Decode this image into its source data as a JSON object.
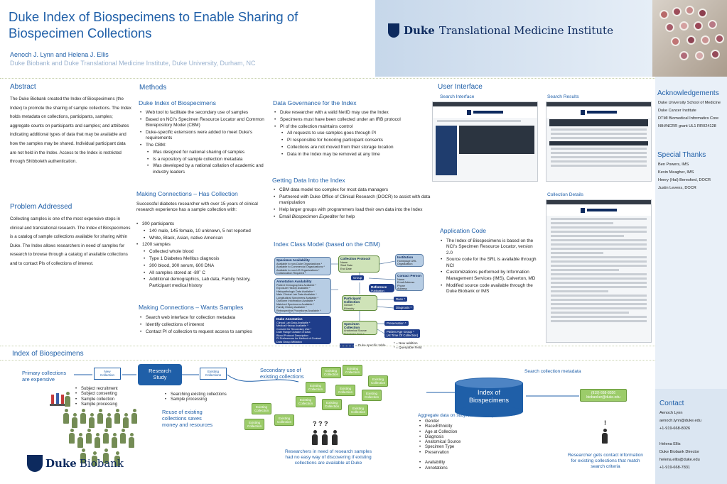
{
  "header": {
    "title_line1": "Duke Index of Biospecimens to Enable Sharing of",
    "title_line2": "Biospecimen Collections",
    "authors": "Aenoch J. Lynn and Helena J. Ellis",
    "affiliation": "Duke Biobank and Duke Translational Medicine Institute, Duke University, Durham, NC",
    "logo_duke": "Duke",
    "logo_rest": "Translational Medicine Institute"
  },
  "abstract": {
    "heading": "Abstract",
    "text": "The Duke Biobank created the Index of Biospecimens (the Index) to promote the sharing of sample collections. The Index holds metadata on collections, participants, samples; aggregate counts on participants and samples; and attributes indicating additional types of data that may be available and how the samples may be shared. Individual participant data are not held in the Index. Access to the Index is restricted through Shibboleth authentication."
  },
  "problem": {
    "heading": "Problem Addressed",
    "text": "Collecting samples is one of the most expensive steps in clinical and translational research. The Index of Biospecimens is a catalog of sample collections available for sharing within Duke. The Index allows researchers in need of samples for research to browse through a catalog of available collections and to contact PIs of collections of interest."
  },
  "methods": {
    "heading": "Methods",
    "duke_index": {
      "heading": "Duke Index of Biospecimens",
      "b1": "Web tool to facilitate the secondary use of samples",
      "b2": "Based on NCI's Specimen Resource Locator and Common Biorepository Model (CBM)",
      "b3": "Duke-specific extensions were added to meet Duke's requirements",
      "b4": "The CBM:",
      "b4a": "Was designed for national sharing of samples",
      "b4b": "Is a repository of sample collection metadata",
      "b4c": "Was developed by a national collation of academic and industry leaders"
    },
    "connections": {
      "heading": "Making Connections – Has Collection",
      "intro": "Successful  diabetes researcher with over 15 years of clinical research experience has a sample collection with:",
      "b1": "300 participants",
      "b1a": "140 male, 145 female, 10 unknown, 5 not reported",
      "b1b": "White, Black, Asian, native American",
      "b2": "1200 samples",
      "b2a": "Collected whole blood",
      "b2b": "Type 1 Diabetes Mellitus diagnosis",
      "b2c": "300 blood, 300 serum, 600 DNA",
      "b2d": "All samples stored at -80˚  C",
      "b2e": "Additional demographics, Lab data, Family history, Participant medical history"
    },
    "wants": {
      "heading": "Making Connections – Wants Samples",
      "b1": "Search web interface for collection metadata",
      "b2": "Identify collections of interest",
      "b3": "Contact PI of collection to request access to samples"
    },
    "governance": {
      "heading": "Data Governance for the Index",
      "b1": "Duke researcher with a valid NetID may use the Index",
      "b2": "Specimens must have been collected under an IRB protocol",
      "b3": "PI of the collection maintains control",
      "b3a": "All requests to use samples goes through PI",
      "b3b": "PI responsible for honoring participant consents",
      "b3c": "Collections are not moved from their storage location",
      "b3d": "Data in the Index may be removed at any time"
    },
    "getting_data": {
      "heading": "Getting Data Into the Index",
      "b1": "CBM data model too complex for most data managers",
      "b2": "Partnered with Duke Office of Clinical Research (DOCR) to assist with data manipulation",
      "b3": "Help larger groups with programmers load their own data into the Index",
      "b4_pre": "Email ",
      "b4_em": "Biospecimen Expediter",
      "b4_post": " for help"
    },
    "class_model": {
      "heading": "Index Class Model (based on the CBM)",
      "specimen_availability": "Specimen Availability",
      "specimen_availability_body": "Available to non-Duke Organizations *\nAvailable to Commercial Organizations *\nAvailable to non-US Organizations *\nCollaboration Required *",
      "annotation_availability": "Annotation Availability",
      "annotation_availability_body": "Patient Demographics Available *\nExposure History Available *\nHistopathologic Data Available *\nMain Clinical Lab Data Available *\nLongitudinal Specimens Available *\nOutcome Information Available *\nMatched Specimens Available *\nFamily History Available *\nRetrospective Procedures Available *\nFollow-up Participation *\nOutcome Information Available *",
      "duke_annotation": "Duke Annotation",
      "duke_annotation_body": "Clinical Lab Data Available *\nMedical History Available *\nConsent for Secondary Use *\nDate Range Outside of Data\nBlood Protocol Description\nPI Preferences for Method of Contact\nData Group Affiliation",
      "collection_protocol": "Collection Protocol",
      "collection_protocol_body": "Name\nStart Date\nEnd Date",
      "institution": "Institution",
      "institution_body": "Homepage URL\nOrganization",
      "group": "Group",
      "contact_person": "Contact Person",
      "contact_person_body": "Name\nEmail Address\nPhone\nAddress",
      "reference": "Reference",
      "reference_body": "Publication",
      "participant_collection": "Participant Collection",
      "participant_collection_body": "Gender *\nEthnicity\nParticipant Count",
      "race": "Race *",
      "diagnosis": "Diagnosis *",
      "specimen_collection": "Specimen Collection",
      "specimen_collection_body": "Anatomical Source\nSpecimen Type *\nParticipant Count",
      "preservation": "Preservation *",
      "patient_age_group": "Patient Age Group *\n(At Time Of Collection)",
      "legend_duke": "= Duke specific table",
      "legend_new": "* = New addition",
      "legend_query": "* = Queryable Field"
    }
  },
  "user_interface": {
    "heading": "User Interface",
    "search_interface": "Search Interface",
    "search_results": "Search Results",
    "collection_details": "Collection Details",
    "app_code_heading": "Application Code",
    "b1": "The Index of Biospecimens is based on the NCI's Specimen Resource Locator, version 2.0",
    "b2": "Source code for the SRL is available through NCI",
    "b3": "Customizations performed by Information Management Services (IMS), Calverton, MD",
    "b4": "Modified source code available through the Duke Biobank or IMS"
  },
  "acknowledgements": {
    "heading": "Acknowledgements",
    "lines": [
      "Duke University School of Medicine",
      "Duke Cancer Institute",
      "DTMI Biomedical Informatics Core",
      "NIH/NCRR grant UL1 RR024128"
    ]
  },
  "special_thanks": {
    "heading": "Special Thanks",
    "lines": [
      "Ben Powers, IMS",
      "Kevin Meagher, IMS",
      "Henry (Hal) Beresford, DOCR",
      "Justin Levens, DOCR"
    ]
  },
  "contact": {
    "heading": "Contact",
    "lines": [
      "Aenoch Lynn",
      "aenoch.lynn@duke.edu",
      "+1-919-668-8026",
      "",
      "Helena Ellis",
      "Duke Biobank Director",
      "helena.ellis@duke.edu",
      "+1-919-668-7831"
    ]
  },
  "flow": {
    "heading": "Index of Biospecimens",
    "primary": "Primary collections\nare expensive",
    "new_collection": "New\nCollection",
    "research_study": "Research\nStudy",
    "existing_collections": "Existing\nCollections",
    "existing_collection": "Existing\nCollection",
    "subject_list": [
      "Subject recruitment",
      "Subject consenting",
      "Sample collection",
      "Sample processing"
    ],
    "secondary": "Secondary use of\nexisting collections",
    "searching_list": [
      "Searching existing collections",
      "Sample processing"
    ],
    "reuse": "Reuse of existing\ncollections saves\nmoney and resources",
    "researchers_need": "Researchers in need of research samples\nhad no easy way of discovering if existing\ncollections are available at Duke",
    "search_metadata": "Search collection metadata",
    "index_label": "Index of\nBiospecimens",
    "aggregate": "Aggregate data on subjects and samples",
    "aggregate_list": [
      "Gender",
      "Race/Ethnicity",
      "Age at Collection",
      "Diagnosis",
      "Anatomical Source",
      "Specimen Type",
      "Preservation",
      "",
      "Availability",
      "Annotations"
    ],
    "contact_card": "(919) 668-8026\nbiobanker@duke.edu",
    "researcher_gets": "Researcher gets contact information\nfor existing collections that match\nsearch criteria",
    "question_marks": "? ? ?",
    "exclaim": "!",
    "biobank_duke": "Duke",
    "biobank_rest": "Biobank"
  },
  "colors": {
    "title_blue": "#1f5fa8",
    "navy": "#0d2a5e",
    "green_pill": "#9ccc6a",
    "sidebar_bg": "#e9f0f8"
  }
}
